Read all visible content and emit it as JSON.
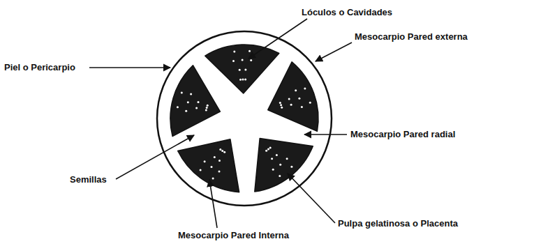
{
  "diagram": {
    "labels": [
      "Lóculos o Cavidades",
      "Mesocarpio Pared externa",
      "Piel o Pericarpio",
      "Mesocarpio Pared radial",
      "Semillas",
      "Pulpa gelatinosa o Placenta",
      "Mesocarpio Pared Interna"
    ]
  }
}
